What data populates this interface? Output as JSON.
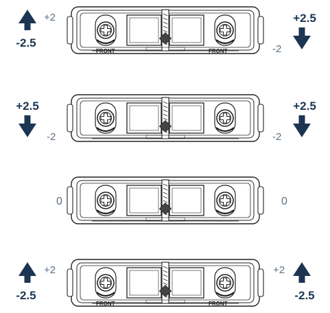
{
  "rows": [
    {
      "left": {
        "direction": "up",
        "primary": "+2",
        "secondary": "-2.5"
      },
      "right": {
        "direction": "down",
        "primary": "+2.5",
        "secondary": "-2"
      },
      "front_stamp": "FRONT"
    },
    {
      "left": {
        "direction": "down",
        "primary": "+2.5",
        "secondary": "-2"
      },
      "right": {
        "direction": "down",
        "primary": "+2.5",
        "secondary": "-2"
      },
      "front_stamp": ""
    },
    {
      "left": {
        "direction": "none",
        "primary": "0",
        "secondary": ""
      },
      "right": {
        "direction": "none",
        "primary": "0",
        "secondary": ""
      },
      "front_stamp": ""
    },
    {
      "left": {
        "direction": "up",
        "primary": "+2",
        "secondary": "-2.5"
      },
      "right": {
        "direction": "up",
        "primary": "+2",
        "secondary": "-2.5"
      },
      "front_stamp": "FRONT"
    }
  ],
  "colors": {
    "arrow": "#1b3553",
    "text_muted": "#5c6f85",
    "line": "#222222"
  },
  "icons": [
    "arrow-up-icon",
    "arrow-down-icon",
    "screw-head-icon",
    "stabilizer-housing-icon"
  ]
}
